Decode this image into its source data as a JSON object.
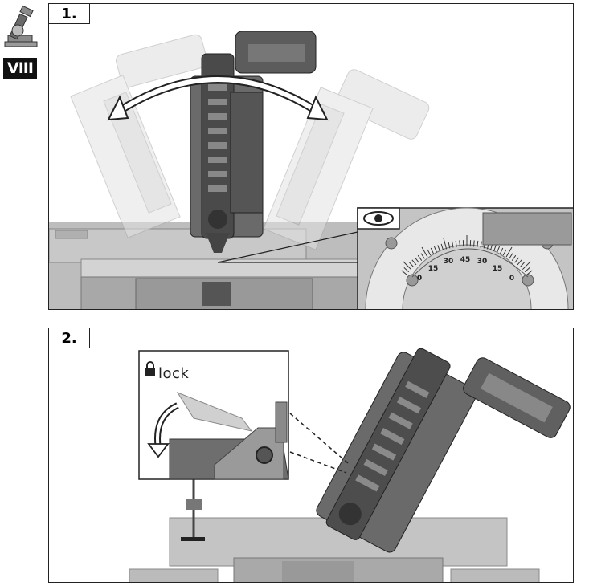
{
  "sidebar": {
    "icon": "miter-saw-icon",
    "badge": "VIII"
  },
  "steps": [
    {
      "label": "1.",
      "scale_labels": [
        "0",
        "15",
        "30",
        "45",
        "30",
        "15",
        "0"
      ],
      "inspect_icon": "eye-icon"
    },
    {
      "label": "2.",
      "lock_caption": "lock",
      "lock_icon": "padlock-icon",
      "arrow_icon": "rotate-arrow-icon"
    }
  ],
  "colors": {
    "tool_dark": "#5a5a5a",
    "tool_light": "#c9c9c9",
    "ghost": "#d9d9d9",
    "base": "#a9a9a9",
    "outline": "#222222"
  }
}
